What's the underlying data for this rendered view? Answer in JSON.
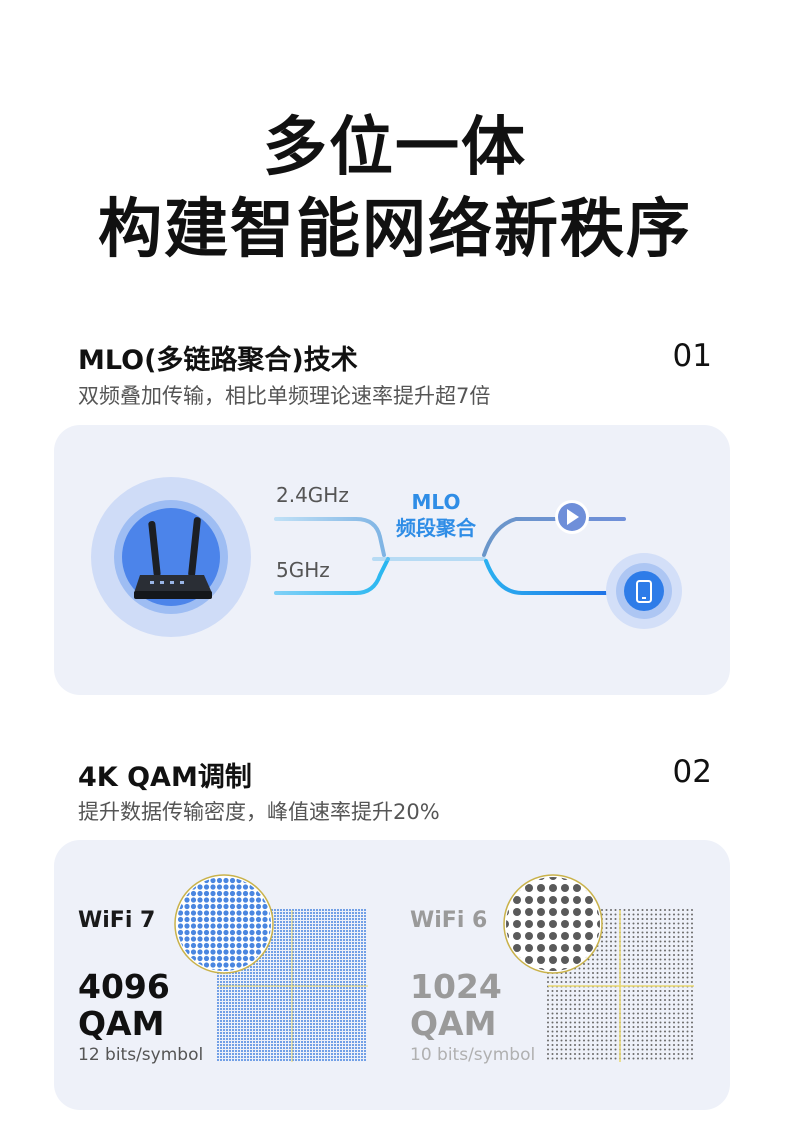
{
  "hero": {
    "line1": "多位一体",
    "line2": "构建智能网络新秩序"
  },
  "section1": {
    "heading": "MLO(多链路聚合)技术",
    "subheading": "双频叠加传输，相比单频理论速率提升超7倍",
    "number": "01",
    "band1": "2.4GHz",
    "band2": "5GHz",
    "mlo_line1": "MLO",
    "mlo_line2": "频段聚合",
    "icons": [
      "router",
      "play-icon",
      "phone-icon"
    ]
  },
  "section2": {
    "heading": "4K QAM调制",
    "subheading": "提升数据传输密度，峰值速率提升20%",
    "number": "02",
    "wifi7": {
      "label": "WiFi 7",
      "qam_value": "4096",
      "qam_unit": "QAM",
      "bits": "12 bits/symbol"
    },
    "wifi6": {
      "label": "WiFi 6",
      "qam_value": "1024",
      "qam_unit": "QAM",
      "bits": "10 bits/symbol"
    }
  },
  "colors": {
    "accent_blue": "#2f8de6",
    "dot_blue": "#4a86e0",
    "dot_grey": "#6a6a6a",
    "card_bg": "#eef1f9"
  }
}
